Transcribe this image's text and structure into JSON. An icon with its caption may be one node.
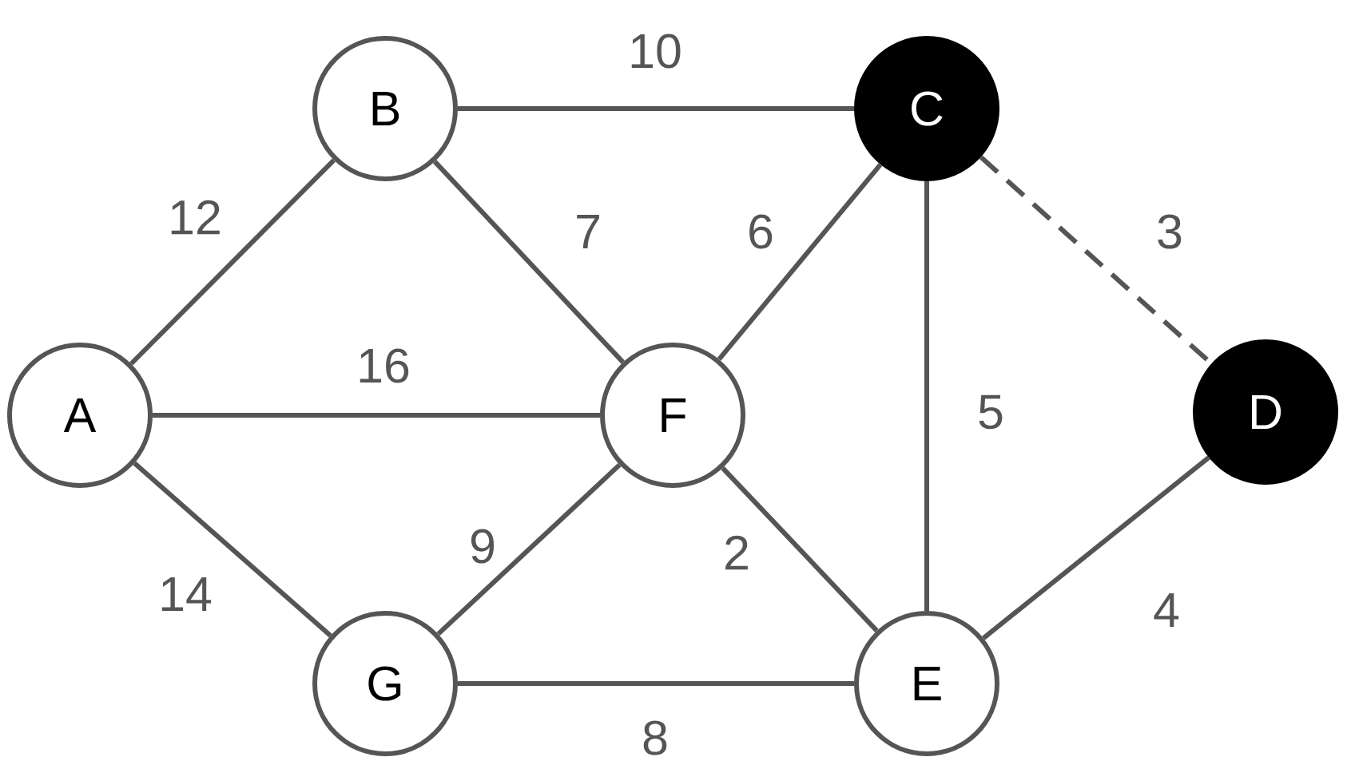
{
  "diagram": {
    "nodes": [
      {
        "text": [
          "B"
        ]
      },
      {
        "text": [
          "C"
        ]
      },
      {
        "text": [
          "A"
        ]
      },
      {
        "text": [
          "F"
        ]
      },
      {
        "text": [
          "D"
        ]
      },
      {
        "text": [
          "G"
        ]
      },
      {
        "text": [
          "E"
        ]
      }
    ],
    "edges": [
      {
        "from": 0,
        "to": 1,
        "arrow": "none",
        "label": "10"
      },
      {
        "from": 2,
        "to": 0,
        "arrow": "none",
        "label": "12"
      },
      {
        "from": 0,
        "to": 3,
        "arrow": "none",
        "label": "7"
      },
      {
        "from": 1,
        "to": 3,
        "arrow": "none",
        "label": "6"
      },
      {
        "from": 1,
        "to": 4,
        "arrow": "none",
        "label": "3",
        "style": "dashed"
      },
      {
        "from": 2,
        "to": 3,
        "arrow": "none",
        "label": "16"
      },
      {
        "from": 1,
        "to": 6,
        "arrow": "none",
        "label": "5"
      },
      {
        "from": 3,
        "to": 5,
        "arrow": "none",
        "label": "9"
      },
      {
        "from": 3,
        "to": 6,
        "arrow": "none",
        "label": "2"
      },
      {
        "from": 2,
        "to": 5,
        "arrow": "none",
        "label": "14"
      },
      {
        "from": 6,
        "to": 4,
        "arrow": "none",
        "label": "4"
      },
      {
        "from": 5,
        "to": 6,
        "arrow": "none",
        "label": "8"
      }
    ]
  }
}
